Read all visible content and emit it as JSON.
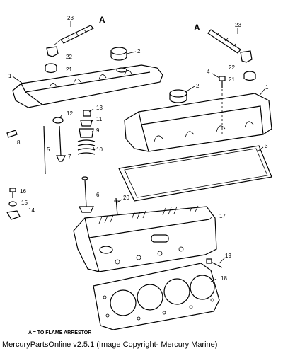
{
  "diagram": {
    "letters": [
      "A",
      "A"
    ],
    "callouts": [
      "1",
      "1",
      "2",
      "2",
      "3",
      "4",
      "5",
      "6",
      "7",
      "8",
      "9",
      "10",
      "11",
      "12",
      "13",
      "14",
      "15",
      "16",
      "17",
      "18",
      "19",
      "20",
      "21",
      "21",
      "22",
      "22",
      "23",
      "23"
    ],
    "legend": "A = TO FLAME ARRESTOR"
  },
  "footer": {
    "text": "MercuryPartsOnline v2.5.1 (Image Copyright- Mercury Marine)"
  }
}
